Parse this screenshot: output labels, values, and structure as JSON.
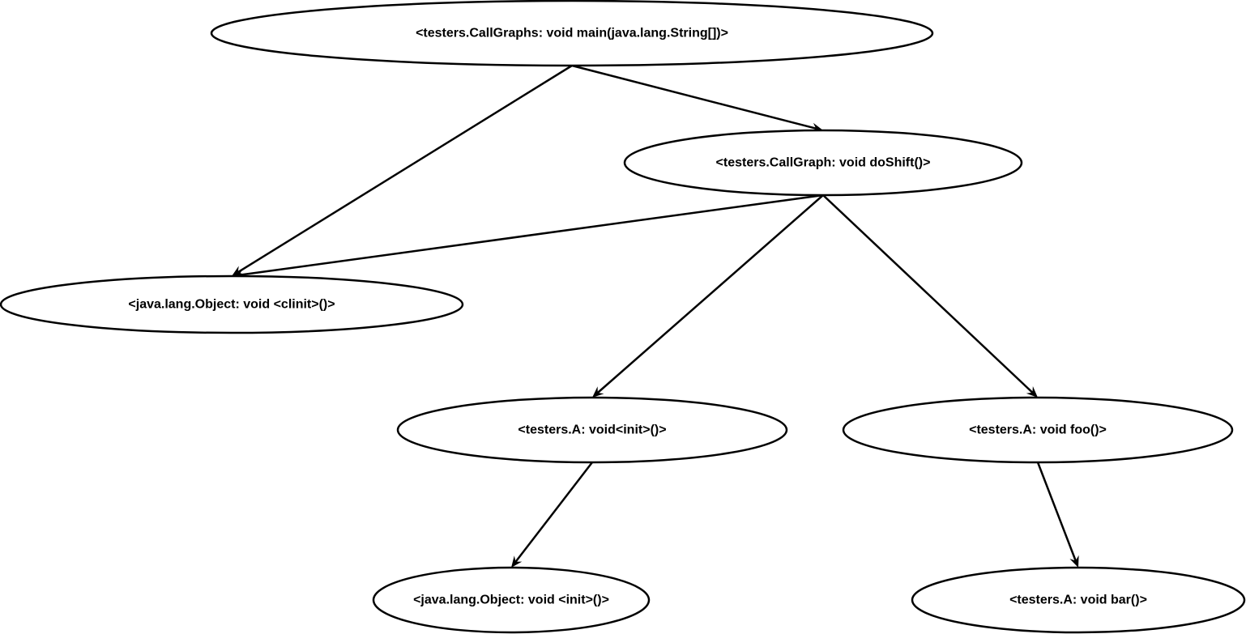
{
  "diagram": {
    "type": "call-graph",
    "colors": {
      "stroke": "#000000",
      "fill": "#ffffff",
      "text": "#000000"
    },
    "nodes": [
      {
        "id": "main",
        "label": "<testers.CallGraphs: void main(java.lang.String[])>"
      },
      {
        "id": "doShift",
        "label": "<testers.CallGraph: void doShift()>"
      },
      {
        "id": "objectClinit",
        "label": "<java.lang.Object: void <clinit>()>"
      },
      {
        "id": "aInit",
        "label": "<testers.A: void<init>()>"
      },
      {
        "id": "aFoo",
        "label": "<testers.A: void foo()>"
      },
      {
        "id": "objectInit",
        "label": "<java.lang.Object: void <init>()>"
      },
      {
        "id": "aBar",
        "label": "<testers.A: void bar()>"
      }
    ],
    "edges": [
      {
        "from": "main",
        "to": "objectClinit"
      },
      {
        "from": "main",
        "to": "doShift"
      },
      {
        "from": "doShift",
        "to": "objectClinit"
      },
      {
        "from": "doShift",
        "to": "aInit"
      },
      {
        "from": "doShift",
        "to": "aFoo"
      },
      {
        "from": "aInit",
        "to": "objectInit"
      },
      {
        "from": "aFoo",
        "to": "aBar"
      }
    ]
  }
}
